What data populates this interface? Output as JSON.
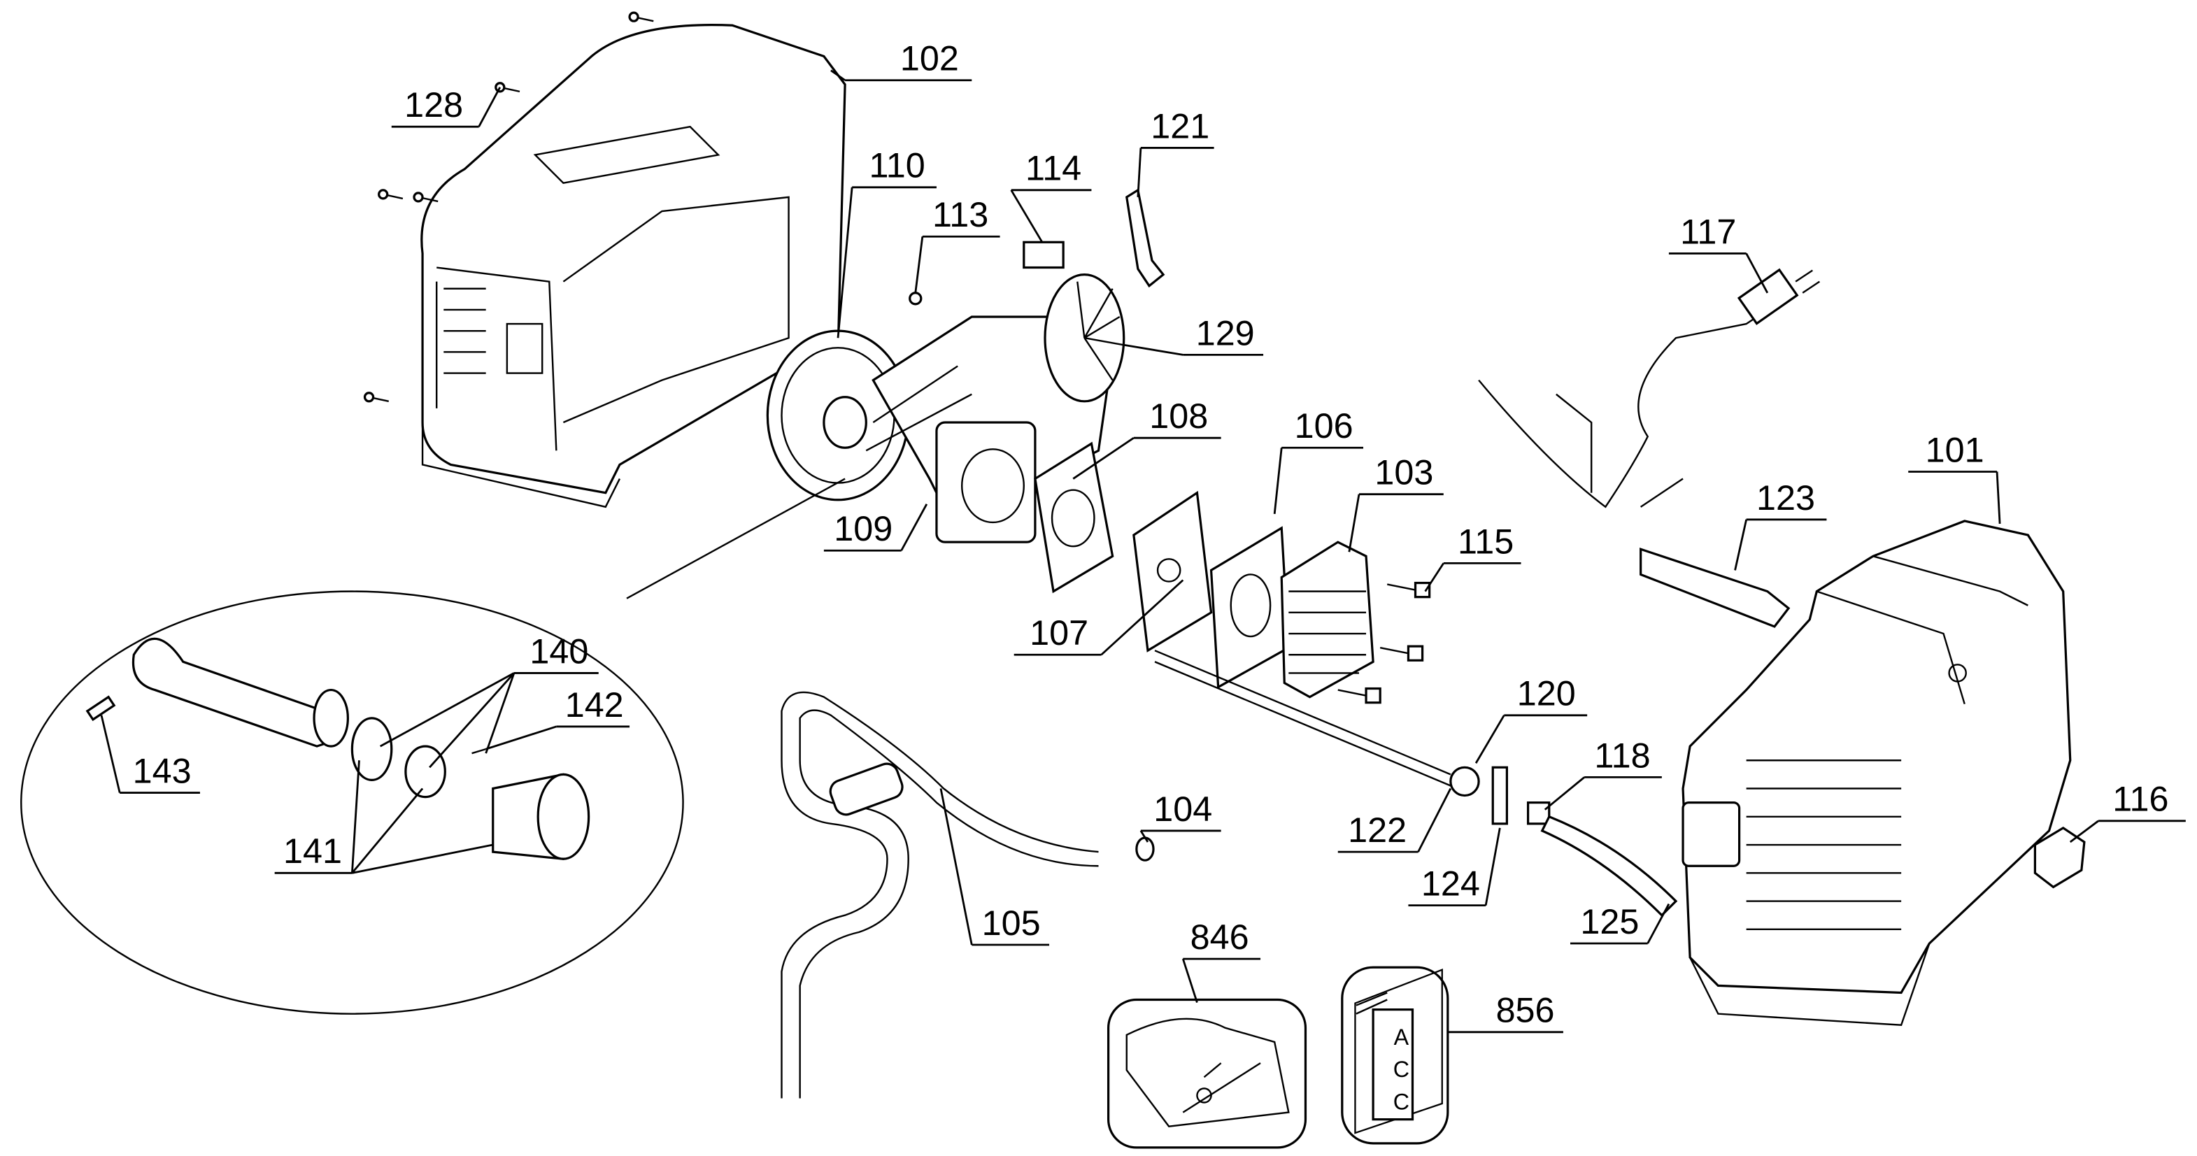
{
  "callouts": [
    "101",
    "102",
    "103",
    "104",
    "105",
    "106",
    "107",
    "108",
    "109",
    "110",
    "113",
    "114",
    "115",
    "116",
    "117",
    "118",
    "120",
    "121",
    "122",
    "123",
    "124",
    "125",
    "128",
    "129",
    "140",
    "141",
    "142",
    "143",
    "846",
    "856"
  ],
  "part_856_card_text": [
    "A",
    "C",
    "C"
  ],
  "colors": {
    "line": "#000000",
    "background": "#ffffff"
  }
}
